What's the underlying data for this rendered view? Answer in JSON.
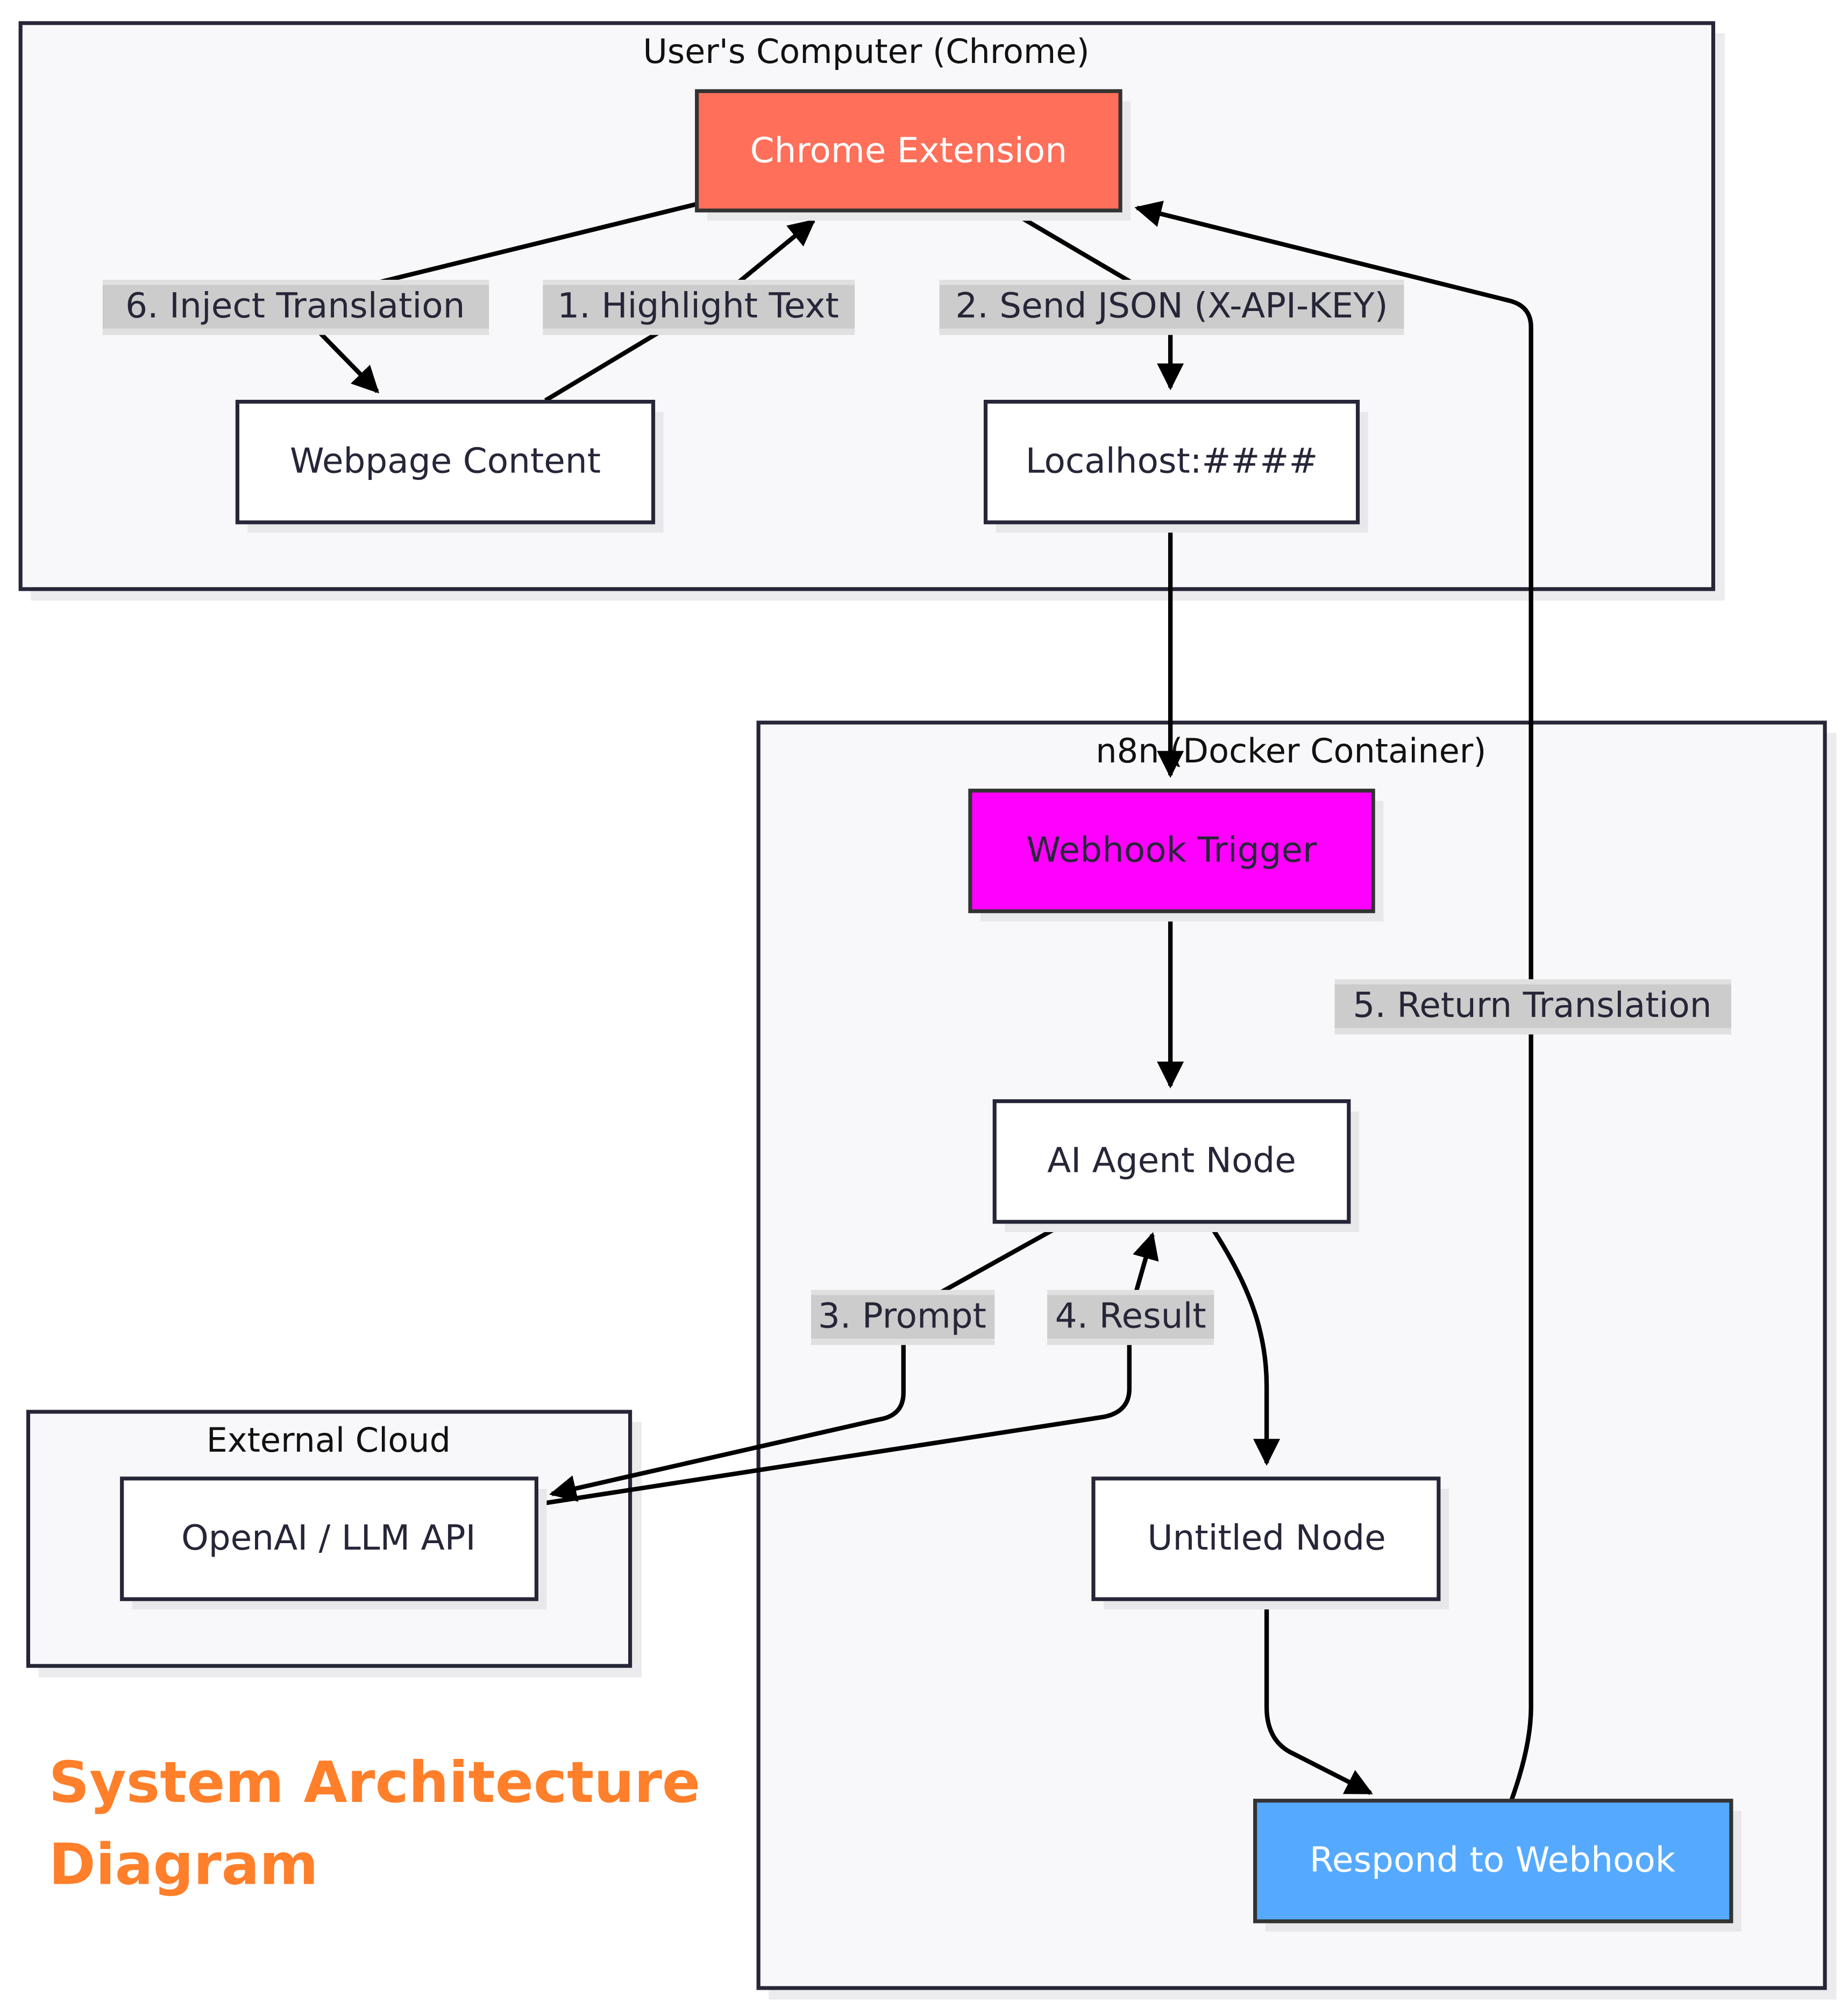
{
  "title": {
    "lines": [
      "System Architecture",
      "Diagram"
    ],
    "color": "#FF7F2A"
  },
  "clusters": [
    {
      "id": "users-computer",
      "label": "User's Computer (Chrome)"
    },
    {
      "id": "n8n",
      "label": "n8n (Docker Container)"
    },
    {
      "id": "external-cloud",
      "label": "External Cloud"
    }
  ],
  "nodes": [
    {
      "id": "chrome-extension",
      "label": "Chrome Extension",
      "fill": "#FF6F59",
      "text_color": "#FFFFFF",
      "stroke": "#333333"
    },
    {
      "id": "webpage-content",
      "label": "Webpage Content",
      "fill": "#FFFFFF",
      "text_color": "#262638",
      "stroke": "#262638"
    },
    {
      "id": "localhost",
      "label": "Localhost:####",
      "fill": "#FFFFFF",
      "text_color": "#262638",
      "stroke": "#262638"
    },
    {
      "id": "webhook-trigger",
      "label": "Webhook Trigger",
      "fill": "#FF00FF",
      "text_color": "#262638",
      "stroke": "#333333"
    },
    {
      "id": "ai-agent-node",
      "label": "AI Agent Node",
      "fill": "#FFFFFF",
      "text_color": "#262638",
      "stroke": "#262638"
    },
    {
      "id": "untitled-node",
      "label": "Untitled Node",
      "fill": "#FFFFFF",
      "text_color": "#262638",
      "stroke": "#262638"
    },
    {
      "id": "respond-to-webhook",
      "label": "Respond to Webhook",
      "fill": "#55AAFF",
      "text_color": "#FFFFFF",
      "stroke": "#333333"
    },
    {
      "id": "openai-llm-api",
      "label": "OpenAI / LLM API",
      "fill": "#FFFFFF",
      "text_color": "#262638",
      "stroke": "#262638"
    }
  ],
  "edges": [
    {
      "id": "highlight-text",
      "from": "webpage-content",
      "to": "chrome-extension",
      "label": "1. Highlight Text"
    },
    {
      "id": "send-json",
      "from": "chrome-extension",
      "to": "localhost",
      "label": "2. Send JSON (X-API-KEY)"
    },
    {
      "id": "localhost-to-webhook",
      "from": "localhost",
      "to": "webhook-trigger",
      "label": ""
    },
    {
      "id": "webhook-to-agent",
      "from": "webhook-trigger",
      "to": "ai-agent-node",
      "label": ""
    },
    {
      "id": "prompt",
      "from": "ai-agent-node",
      "to": "openai-llm-api",
      "label": "3. Prompt"
    },
    {
      "id": "result",
      "from": "openai-llm-api",
      "to": "ai-agent-node",
      "label": "4. Result"
    },
    {
      "id": "agent-to-untitled",
      "from": "ai-agent-node",
      "to": "untitled-node",
      "label": ""
    },
    {
      "id": "untitled-to-respond",
      "from": "untitled-node",
      "to": "respond-to-webhook",
      "label": ""
    },
    {
      "id": "return-translation",
      "from": "respond-to-webhook",
      "to": "chrome-extension",
      "label": "5. Return Translation"
    },
    {
      "id": "inject-translation",
      "from": "chrome-extension",
      "to": "webpage-content",
      "label": "6. Inject Translation"
    }
  ]
}
